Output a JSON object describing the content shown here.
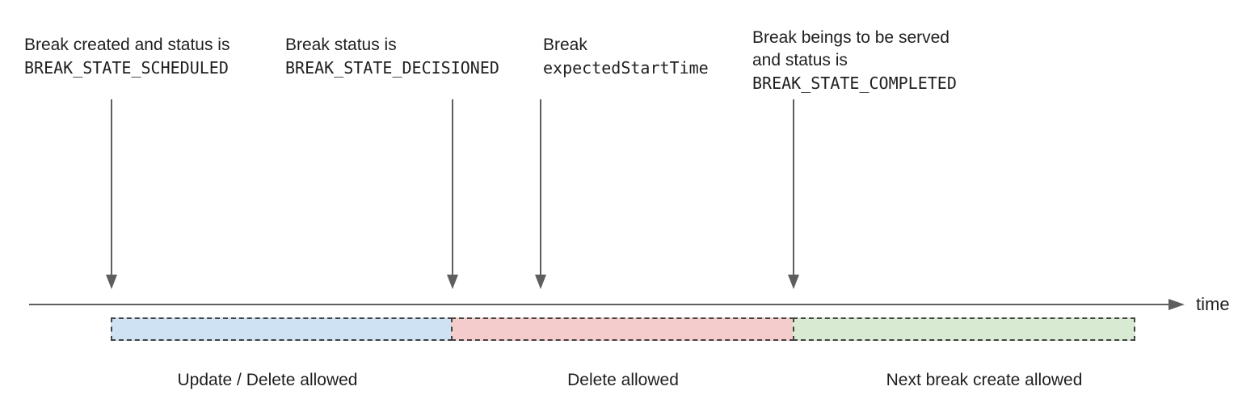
{
  "diagram": {
    "title_hint": "Break lifecycle timeline",
    "annotations": [
      {
        "line1": "Break created and status is",
        "line2": "BREAK_STATE_SCHEDULED"
      },
      {
        "line1": "Break status is",
        "line2": "BREAK_STATE_DECISIONED"
      },
      {
        "line1": "Break",
        "line2": "expectedStartTime"
      },
      {
        "line1": "Break beings to be served",
        "line2": "and status is",
        "line3": "BREAK_STATE_COMPLETED"
      }
    ],
    "timeline": {
      "axis_label": "time",
      "line_color": "#5e5e5e"
    },
    "segments": [
      {
        "label": "Update / Delete allowed",
        "color": "#cfe2f3"
      },
      {
        "label": "Delete allowed",
        "color": "#f4cccc"
      },
      {
        "label": "Next break create allowed",
        "color": "#d9ead3"
      }
    ],
    "segment_border_color": "#434343",
    "text_color": "#1f1f1f"
  }
}
